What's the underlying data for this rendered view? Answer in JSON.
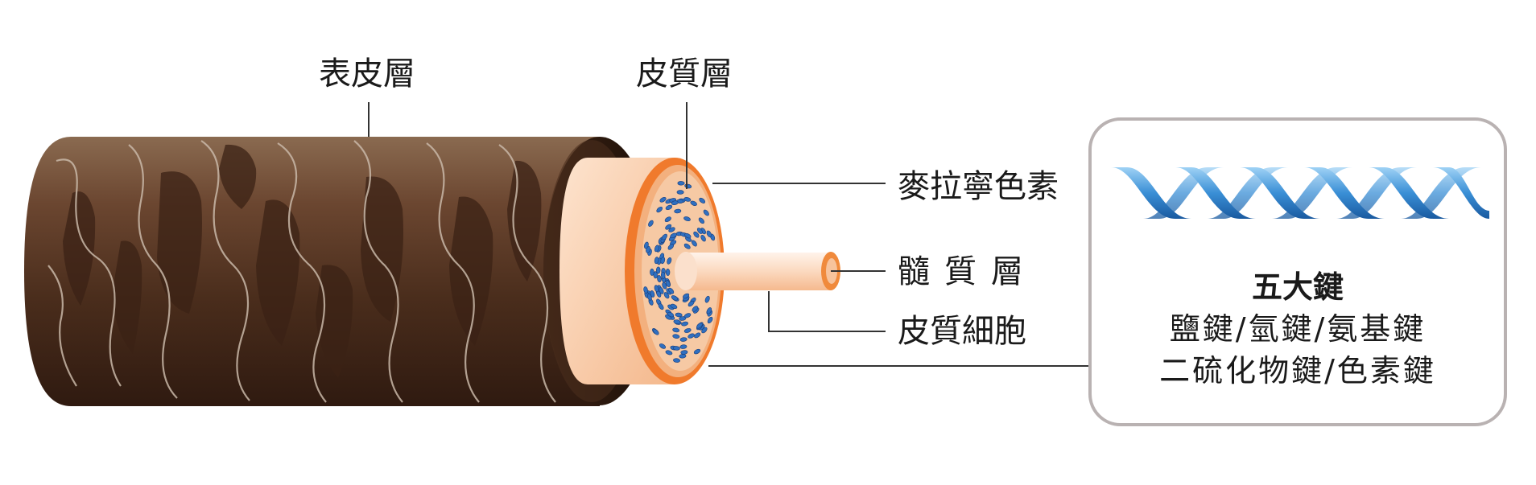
{
  "labels": {
    "epidermis": "表皮層",
    "cortex": "皮質層",
    "melanin": "麥拉寧色素",
    "medulla": "髓質層",
    "cortex_cell": "皮質細胞"
  },
  "bonds_box": {
    "title": "五大鍵",
    "line1": "鹽鍵/氫鍵/氨基鍵",
    "line2": "二硫化物鍵/色素鍵"
  },
  "colors": {
    "cuticle_brown": "#6b4630",
    "cortex_peach": "#f6c9a4",
    "cortex_orange": "#f07a2c",
    "cell_blue": "#2f6fc0",
    "helix_blue": "#3a8fd6",
    "box_border": "#b9b2b2"
  }
}
